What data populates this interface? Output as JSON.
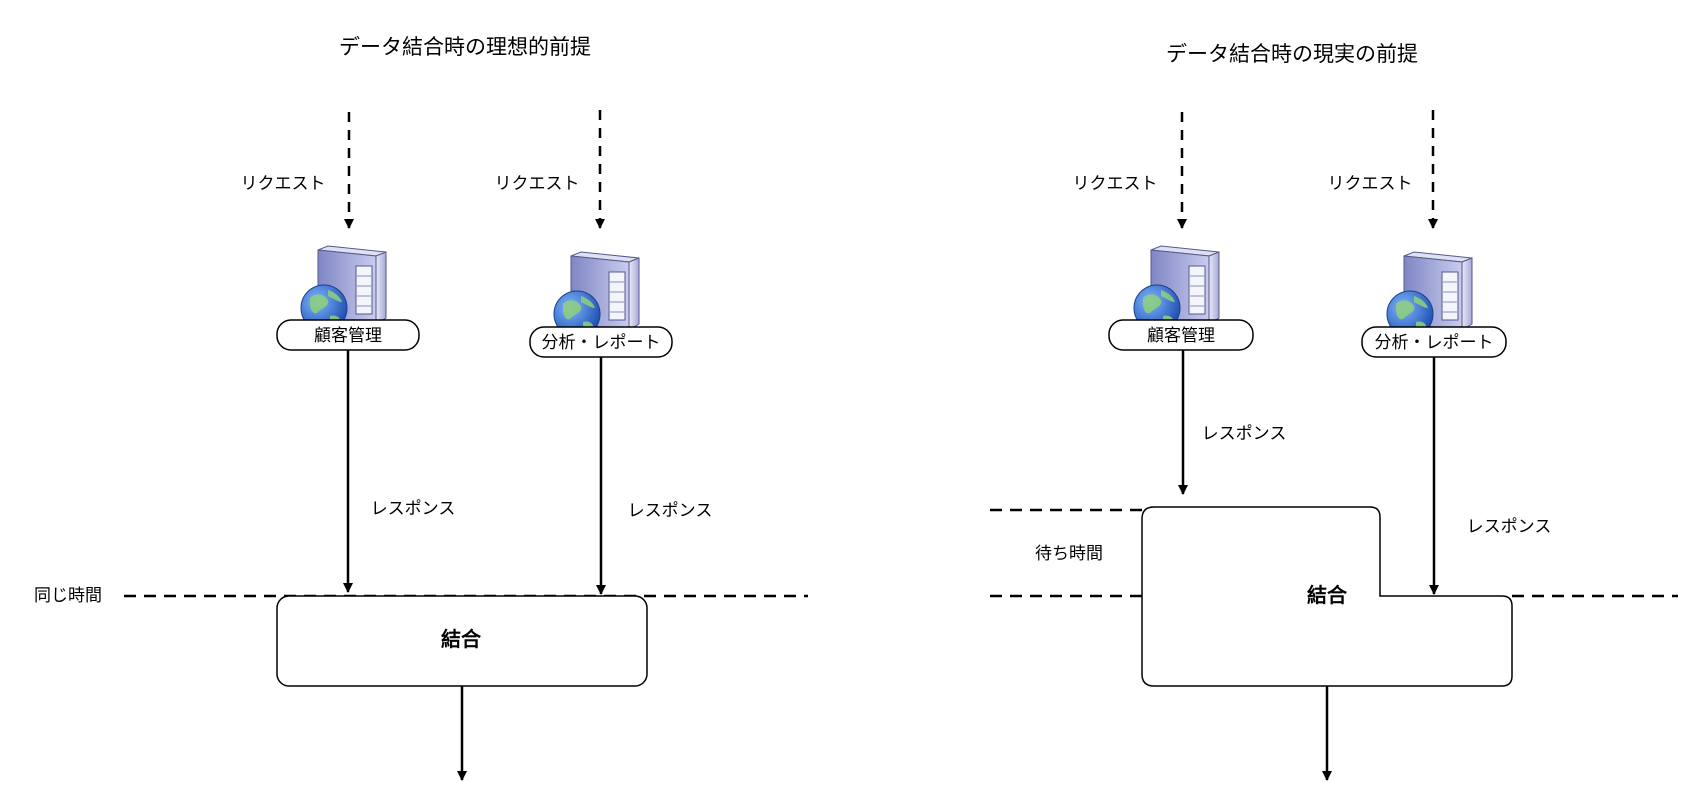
{
  "left": {
    "title": "データ結合時の理想的前提",
    "request_label": "リクエスト",
    "response_label": "レスポンス",
    "server_a": "顧客管理",
    "server_b": "分析・レポート",
    "time_label": "同じ時間",
    "join_label": "結合"
  },
  "right": {
    "title": "データ結合時の現実の前提",
    "request_label": "リクエスト",
    "response_label": "レスポンス",
    "server_a": "顧客管理",
    "server_b": "分析・レポート",
    "wait_label": "待ち時間",
    "join_label": "結合"
  },
  "icons": {
    "server": "server-globe-icon"
  },
  "colors": {
    "line": "#000000",
    "server_body": "#9fa4d6",
    "globe": "#2d6fd0",
    "land": "#7bb86a"
  }
}
